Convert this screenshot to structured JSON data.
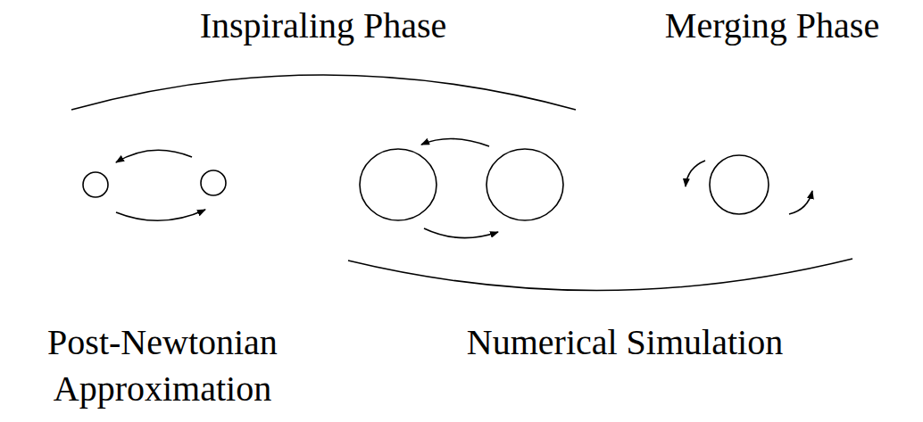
{
  "diagram": {
    "labels": [
      "Inspiraling Phase",
      "Merging Phase",
      "Post-Newtonian Approximation",
      "Numerical Simulation"
    ]
  }
}
